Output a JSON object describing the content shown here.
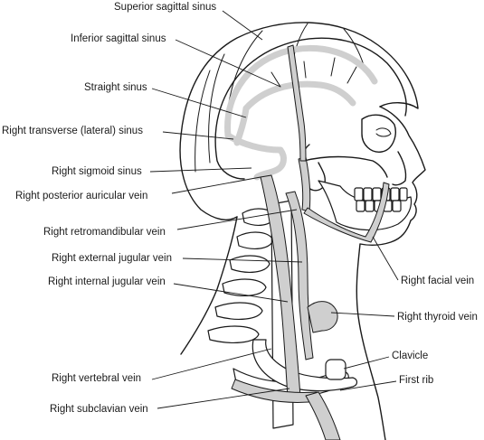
{
  "labels": {
    "superior_sagittal_sinus": "Superior sagittal sinus",
    "inferior_sagittal_sinus": "Inferior sagittal sinus",
    "straight_sinus": "Straight sinus",
    "right_transverse_sinus": "Right transverse (lateral) sinus",
    "right_sigmoid_sinus": "Right sigmoid sinus",
    "right_posterior_auricular_vein": "Right posterior auricular vein",
    "right_retromandibular_vein": "Right retromandibular vein",
    "right_external_jugular_vein": "Right external jugular vein",
    "right_internal_jugular_vein": "Right internal jugular vein",
    "right_facial_vein": "Right facial vein",
    "right_thyroid_vein": "Right thyroid vein",
    "clavicle": "Clavicle",
    "first_rib": "First rib",
    "right_vertebral_vein": "Right vertebral vein",
    "right_subclavian_vein": "Right subclavian vein"
  },
  "colors": {
    "ink": "#1a1a1a",
    "vessel_fill": "#cfcfcf",
    "background": "#ffffff"
  }
}
